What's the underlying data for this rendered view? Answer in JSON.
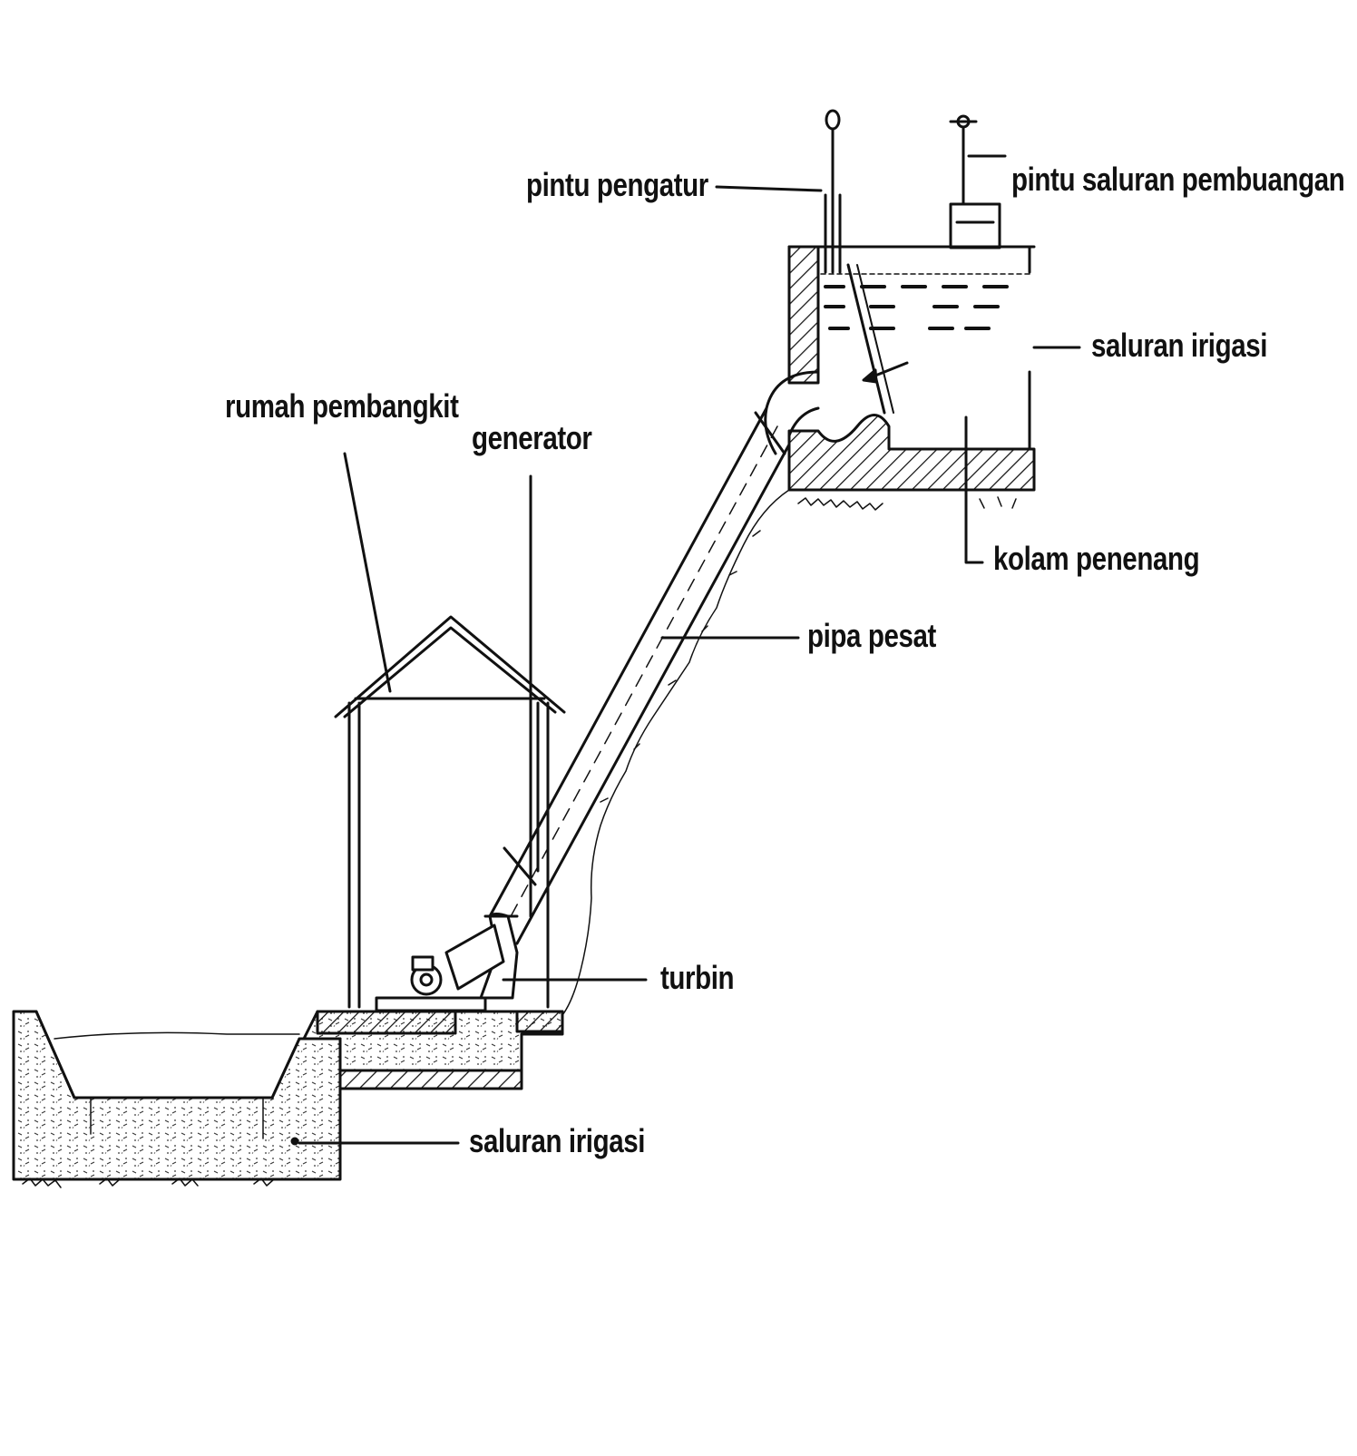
{
  "labels": {
    "pintu_pengatur": "pintu pengatur",
    "pintu_saluran_pembuangan": "pintu saluran pembuangan",
    "saluran_irigasi_top": "saluran irigasi",
    "kolam_penenang": "kolam penenang",
    "rumah_pembangkit": "rumah pembangkit",
    "generator": "generator",
    "pipa_pesat": "pipa pesat",
    "turbin": "turbin",
    "saluran_irigasi_bottom": "saluran irigasi"
  },
  "colors": {
    "ink": "#111111",
    "background": "#ffffff"
  }
}
